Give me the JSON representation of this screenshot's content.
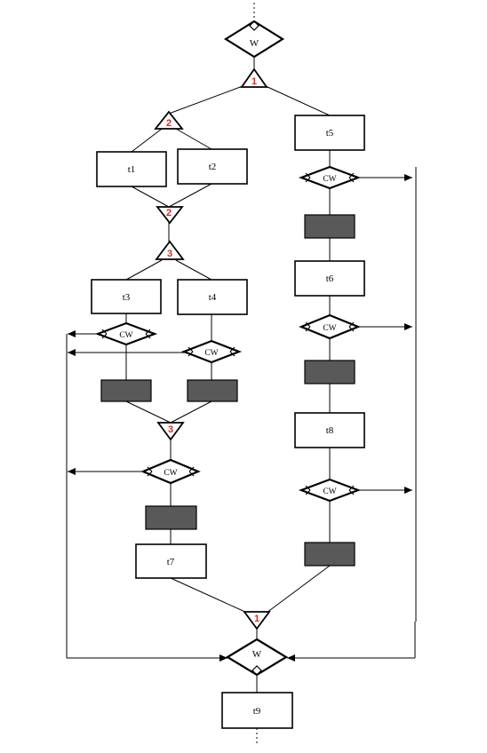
{
  "start_node": {
    "label": "W"
  },
  "end_node": {
    "label": "W"
  },
  "tasks": [
    {
      "id": "t1",
      "label": "t1"
    },
    {
      "id": "t2",
      "label": "t2"
    },
    {
      "id": "t3",
      "label": "t3"
    },
    {
      "id": "t4",
      "label": "t4"
    },
    {
      "id": "t5",
      "label": "t5"
    },
    {
      "id": "t6",
      "label": "t6"
    },
    {
      "id": "t7",
      "label": "t7"
    },
    {
      "id": "t8",
      "label": "t8"
    },
    {
      "id": "t9",
      "label": "t9"
    }
  ],
  "gateways": [
    {
      "id": "g1-split",
      "label": "1",
      "direction": "up"
    },
    {
      "id": "g2-split",
      "label": "2",
      "direction": "up"
    },
    {
      "id": "g2-join",
      "label": "2",
      "direction": "down"
    },
    {
      "id": "g3-split",
      "label": "3",
      "direction": "up"
    },
    {
      "id": "g3-join",
      "label": "3",
      "direction": "down"
    },
    {
      "id": "g1-join",
      "label": "1",
      "direction": "down"
    }
  ],
  "checkpoints": [
    {
      "id": "cw-t3",
      "label": "CW"
    },
    {
      "id": "cw-t4",
      "label": "CW"
    },
    {
      "id": "cw-merge",
      "label": "CW"
    },
    {
      "id": "cw-t5",
      "label": "CW"
    },
    {
      "id": "cw-t6",
      "label": "CW"
    },
    {
      "id": "cw-t8",
      "label": "CW"
    }
  ],
  "colors": {
    "gateway_number": "#e0271a",
    "blocked_box_fill": "#595959",
    "stroke": "#000000"
  }
}
